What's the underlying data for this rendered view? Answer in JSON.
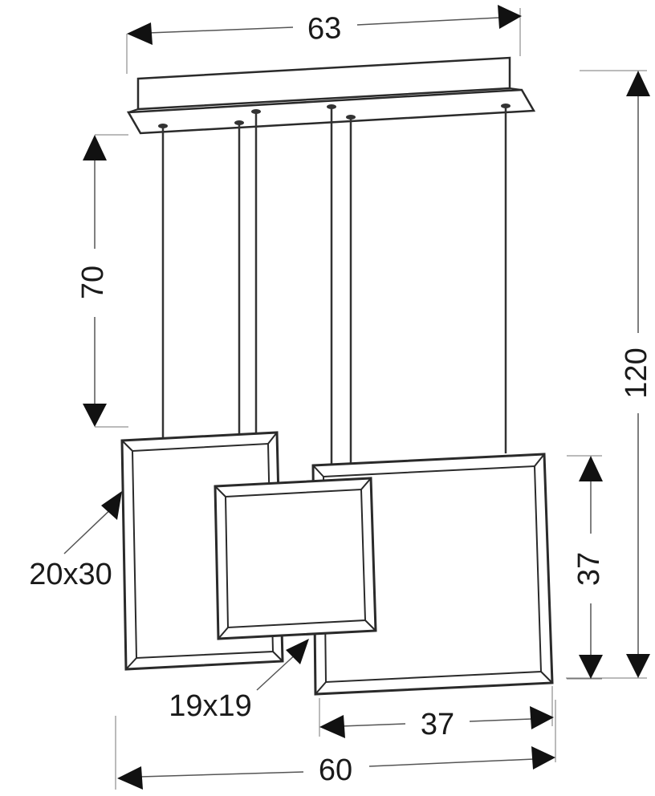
{
  "dimensions": {
    "canopy_width": "63",
    "total_height": "120",
    "cable_length": "70",
    "frame_height": "37",
    "frame_width": "37",
    "total_width": "60",
    "large_frame_size": "20x30",
    "small_frame_size": "19x19"
  }
}
